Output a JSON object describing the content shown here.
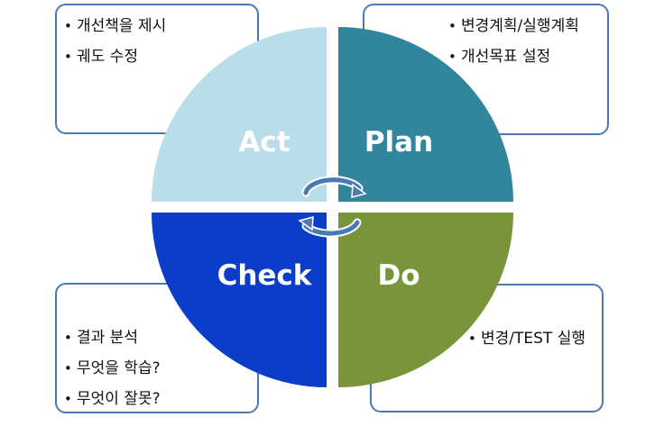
{
  "cycle": {
    "act": {
      "label": "Act",
      "color": "#b9dde9"
    },
    "plan": {
      "label": "Plan",
      "color": "#31869b"
    },
    "check": {
      "label": "Check",
      "color": "#0b3dc9"
    },
    "do": {
      "label": "Do",
      "color": "#789539"
    },
    "arrow_color": "#4a7ab5"
  },
  "notes": {
    "act": [
      "개선책을 제시",
      "궤도 수정"
    ],
    "plan": [
      "변경계획/실행계획",
      "개선목표 설정"
    ],
    "check": [
      "결과 분석",
      "무엇을 학습?",
      "무엇이 잘못?"
    ],
    "do": [
      "변경/TEST 실행"
    ]
  },
  "border_color": "#4a7ab5"
}
